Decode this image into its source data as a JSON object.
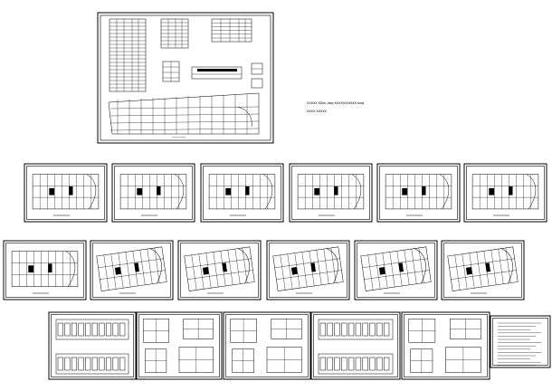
{
  "cover_note": {
    "line1": "XXXXX·SDoc.dwg  XXXX/XXXXXX.dwg",
    "line2": "XXXX XXXXX"
  },
  "drawing_groups": [
    "top-master-sheet",
    "row-2-floor-plans",
    "row-3-floor-plans",
    "row-4-elevations-and-details"
  ]
}
